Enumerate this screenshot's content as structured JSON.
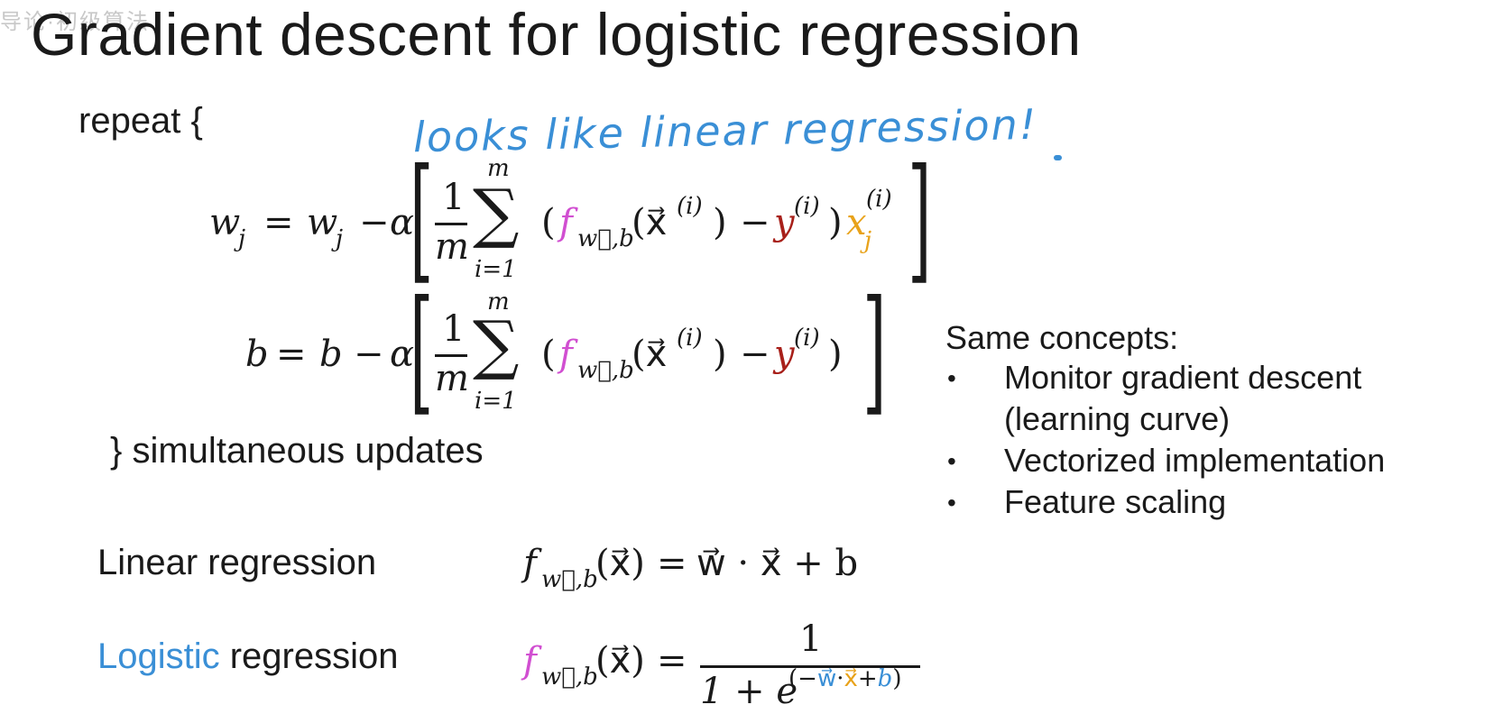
{
  "watermark": "导论·初级算法",
  "title": "Gradient descent for logistic regression",
  "repeat_label": "repeat {",
  "handwritten_note": "looks like linear regression!",
  "update_w": {
    "lhs": "w",
    "lhs_sub": "j",
    "equals": "=",
    "rhs_var": "w",
    "rhs_sub": "j",
    "minus": "−",
    "alpha": "α",
    "one": "1",
    "m": "m",
    "sum_top": "m",
    "sum_bottom": "i=1",
    "sigma": "∑",
    "open_paren": "(",
    "f": "f",
    "f_sub": "w⃗,b",
    "x_arg": "(x⃗",
    "sup_i": "(i)",
    "close_arg": ")",
    "minus2": "−",
    "y": "y",
    "y_sup": "(i)",
    "close_paren": ")",
    "xj": "x",
    "xj_sub": "j",
    "xj_sup": "(i)"
  },
  "update_b": {
    "lhs": "b",
    "equals": "=",
    "rhs_var": "b",
    "minus": "−",
    "alpha": "α",
    "one": "1",
    "m": "m",
    "sum_top": "m",
    "sum_bottom": "i=1",
    "sigma": "∑",
    "open_paren": "(",
    "f": "f",
    "f_sub": "w⃗,b",
    "x_arg": "(x⃗",
    "sup_i": "(i)",
    "close_arg": ")",
    "minus2": "−",
    "y": "y",
    "y_sup": "(i)",
    "close_paren": ")"
  },
  "simultaneous_label": "} simultaneous updates",
  "same_concepts": {
    "heading": "Same concepts:",
    "bullet": "•",
    "items": [
      {
        "line1": "Monitor gradient descent",
        "line2": "(learning curve)"
      },
      {
        "line1": "Vectorized implementation",
        "line2": ""
      },
      {
        "line1": "Feature scaling",
        "line2": ""
      }
    ]
  },
  "linear_regression": {
    "label": "Linear regression",
    "f": "f",
    "f_sub": "w⃗,b",
    "arg": "(x⃗)",
    "equals": "=",
    "rhs": "w⃗ · x⃗ + b"
  },
  "logistic_regression": {
    "label_colored": "Logistic",
    "label_rest": " regression",
    "f": "f",
    "f_sub": "w⃗,b",
    "arg": "(x⃗)",
    "equals": "=",
    "numerator": "1",
    "denom_base": "1 + e",
    "exp_open": "(−",
    "exp_w": "w⃗",
    "exp_dot": "·",
    "exp_x": "x⃗",
    "exp_plus": "+",
    "exp_b": "b",
    "exp_close": ")"
  },
  "colors": {
    "handwriting_blue": "#3a8fd6",
    "f_purple": "#d14fd1",
    "y_red": "#a8201a",
    "x_orange": "#e8a21a",
    "text": "#1a1a1a"
  }
}
